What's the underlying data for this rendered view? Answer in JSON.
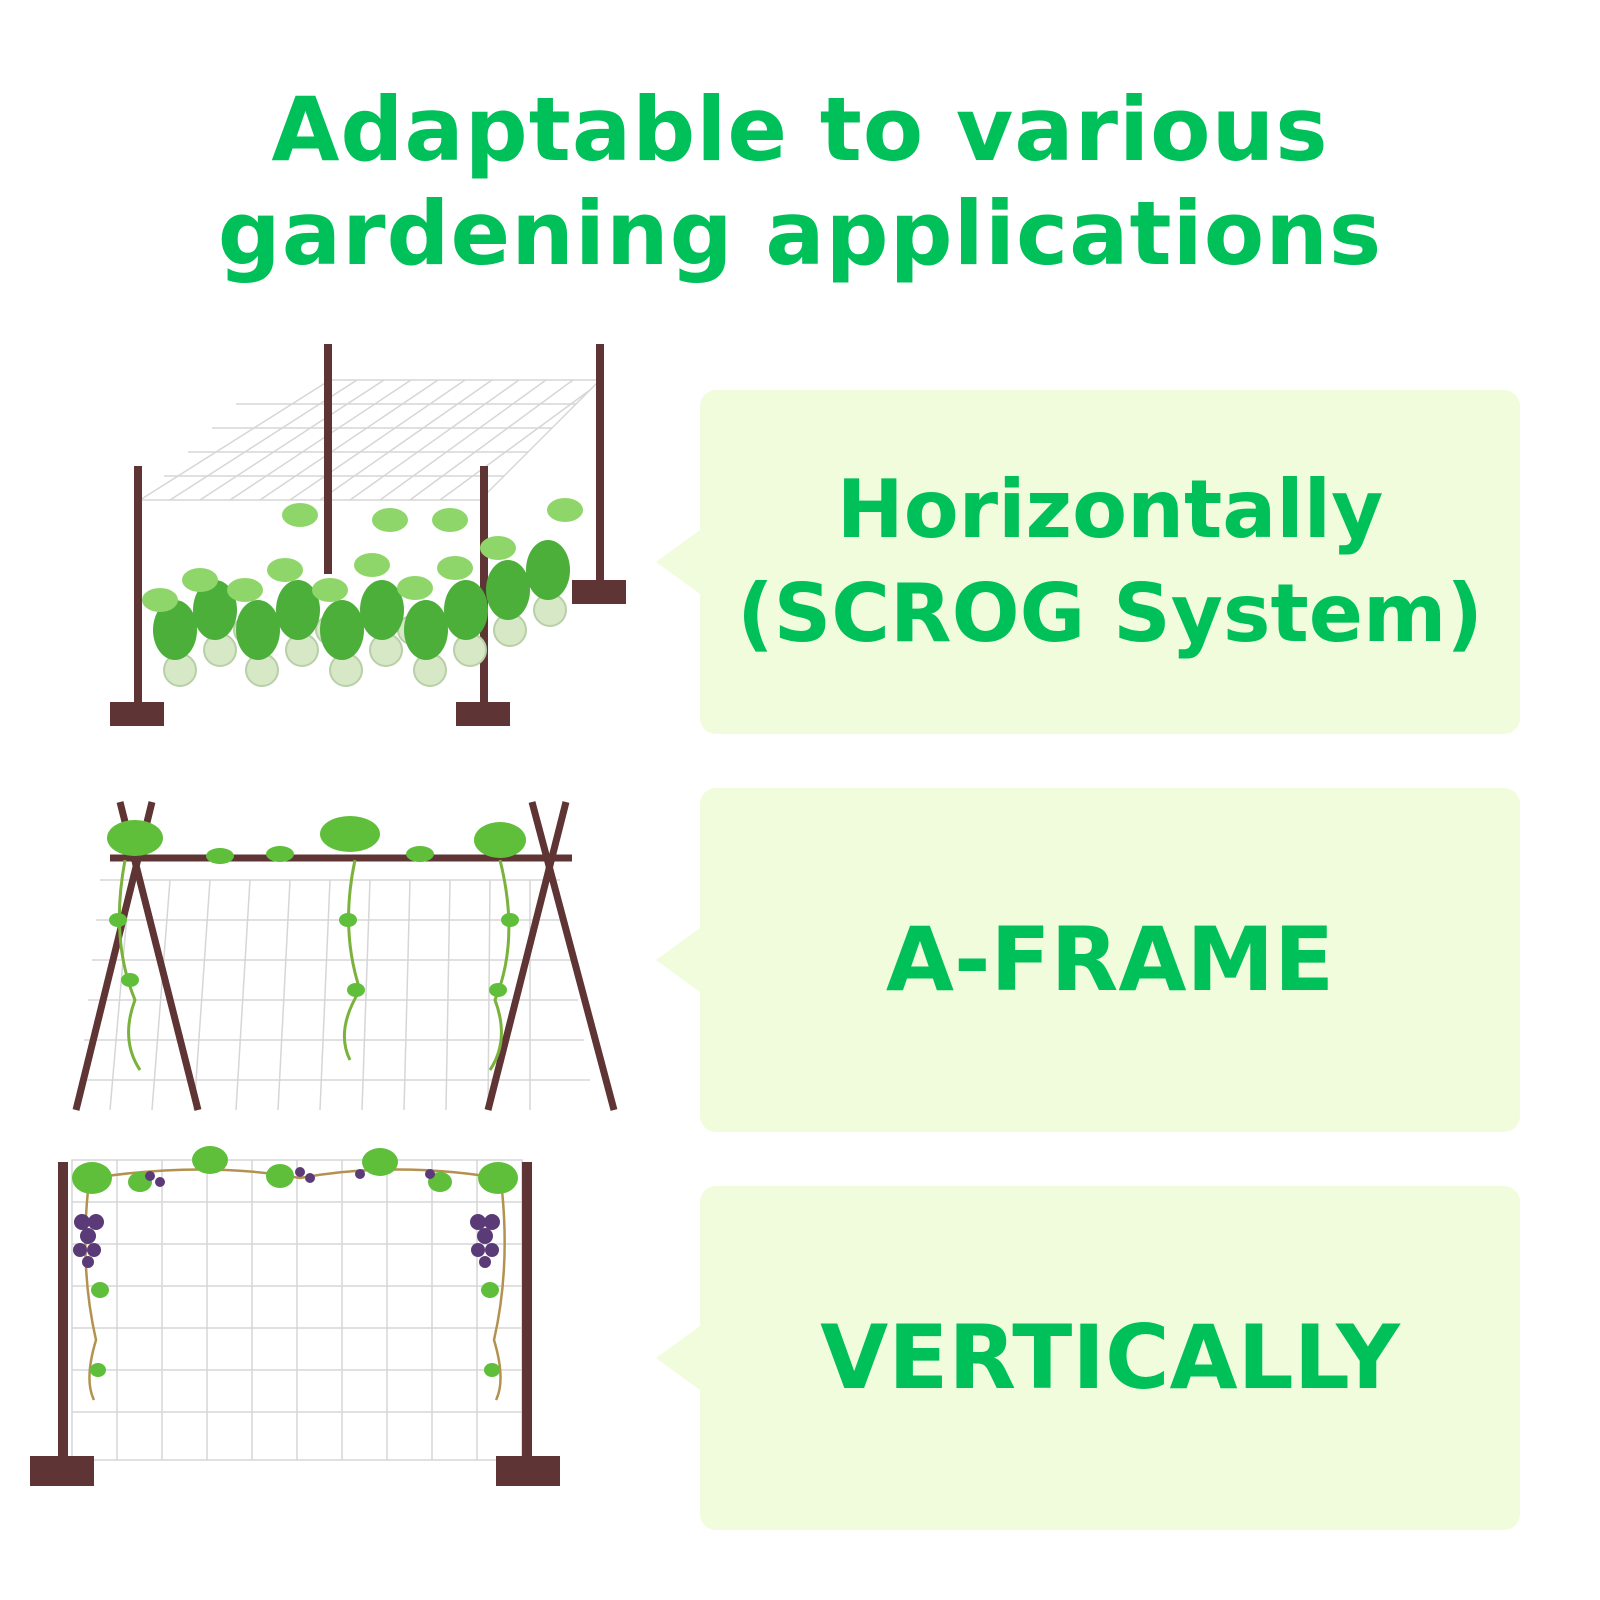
{
  "headline": {
    "line1": "Adaptable to various",
    "line2": "gardening applications"
  },
  "applications": [
    {
      "label_line1": "Horizontally",
      "label_line2": "(SCROG System)",
      "illustration": "horizontal-scrog-trellis"
    },
    {
      "label": "A-FRAME",
      "illustration": "a-frame-trellis"
    },
    {
      "label": "VERTICALLY",
      "illustration": "vertical-trellis"
    }
  ],
  "colors": {
    "accent_green": "#00c05a",
    "panel_bg": "#f1fcdc",
    "post_brown": "#5e3434",
    "net_grey": "#d8d8d8",
    "leaf_green": "#5fbf3a",
    "grape_purple": "#5b3a78"
  }
}
